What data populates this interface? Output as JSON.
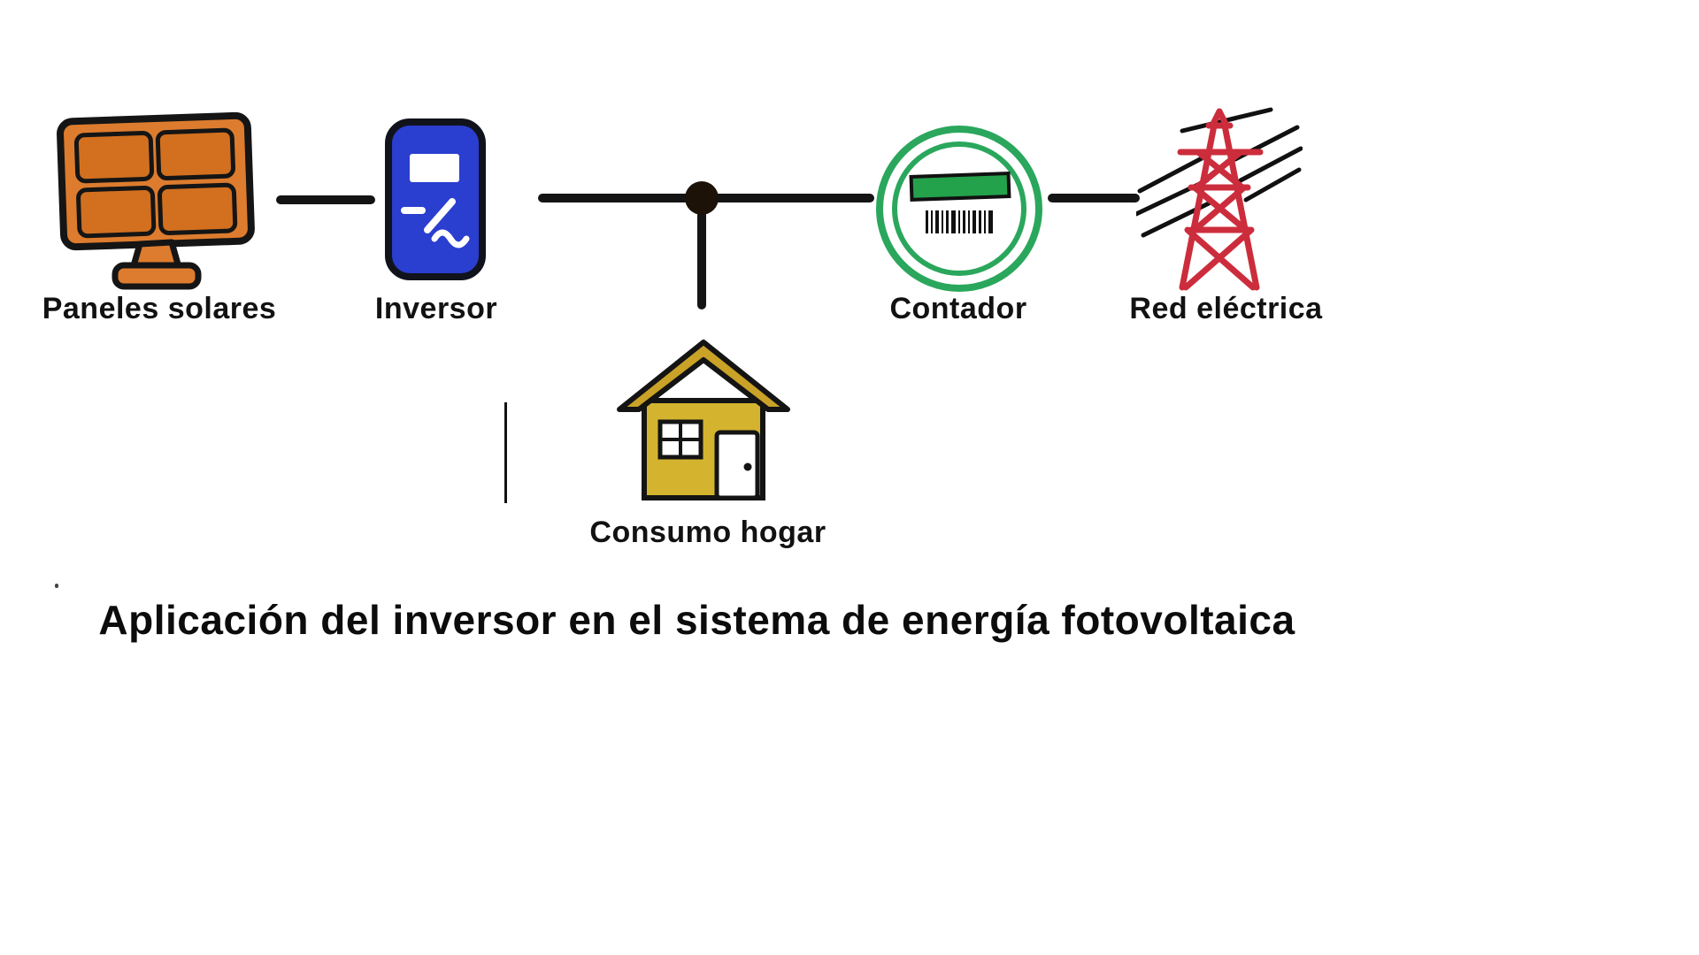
{
  "diagram": {
    "title": "Aplicación del inversor en el sistema de energía fotovoltaica",
    "nodes": {
      "panels": {
        "label": "Paneles solares",
        "icon": "solar-panel-icon"
      },
      "inverter": {
        "label": "Inversor",
        "icon": "inverter-icon"
      },
      "home": {
        "label": "Consumo hogar",
        "icon": "house-icon"
      },
      "meter": {
        "label": "Contador",
        "icon": "energy-meter-icon"
      },
      "grid": {
        "label": "Red eléctrica",
        "icon": "power-tower-icon"
      }
    },
    "colors": {
      "panel_orange": "#dd7c2e",
      "panel_cell_orange": "#d2701f",
      "inverter_blue": "#2a3ecf",
      "house_yellow": "#d4b32e",
      "roof_yellow": "#c9a227",
      "meter_green": "#2aa75c",
      "barcode_green": "#23a24b",
      "tower_red": "#cc2d3c",
      "connector_black": "#141414"
    }
  }
}
